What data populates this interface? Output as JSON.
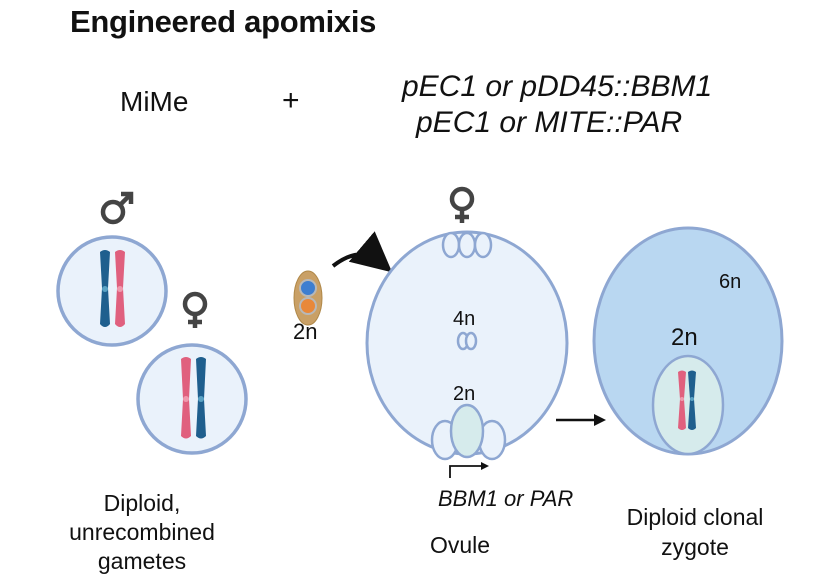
{
  "title": "Engineered apomixis",
  "header": {
    "mime": "MiMe",
    "plus": "+",
    "promoter_line1": "pEC1 or pDD45::BBM1",
    "promoter_line2": "pEC1 or MITE::PAR"
  },
  "gametes": {
    "male_symbol": "♂",
    "female_symbol": "♀",
    "label": [
      "Diploid,",
      "unrecombined",
      "gametes"
    ]
  },
  "pollen": {
    "ploidy": "2n"
  },
  "ovule": {
    "symbol": "♀",
    "central_ploidy": "4n",
    "egg_ploidy": "2n",
    "gene_label": "BBM1 or PAR",
    "label": "Ovule"
  },
  "zygote": {
    "endosperm_ploidy": "6n",
    "embryo_ploidy": "2n",
    "label": [
      "Diploid clonal",
      "zygote"
    ]
  },
  "colors": {
    "cell_fill_light": "#eaf2fb",
    "cell_stroke": "#8ea7d2",
    "zygote_fill": "#b9d7f1",
    "chrom_blue": "#1f5f8e",
    "chrom_pink": "#e0607e",
    "pollen_fill": "#c9a066",
    "symbol_gray": "#444444"
  }
}
